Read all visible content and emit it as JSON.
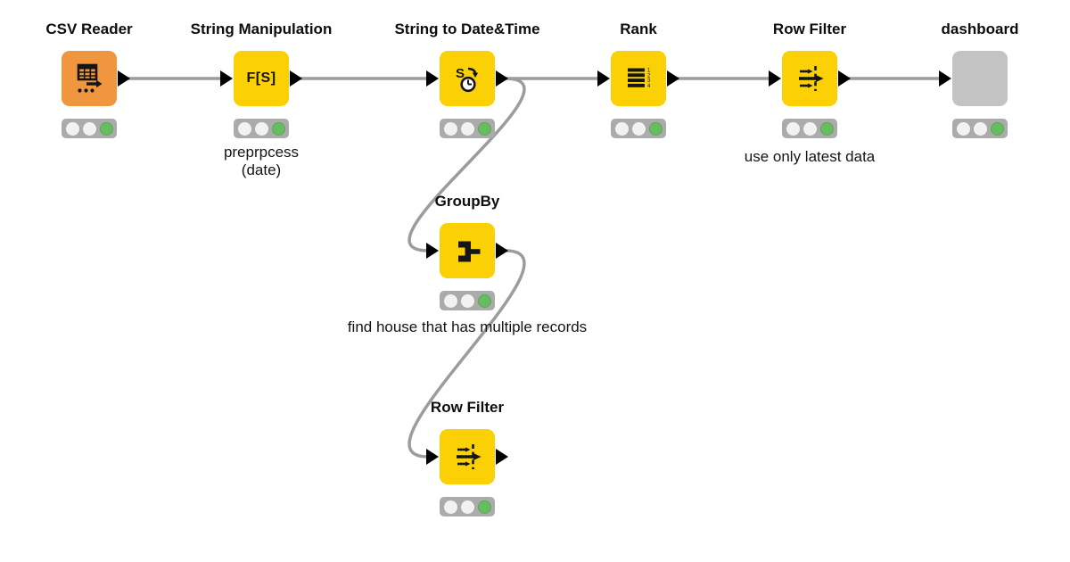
{
  "nodes": {
    "csv_reader": {
      "title": "CSV Reader",
      "icon": "table-export-icon",
      "status": "executed"
    },
    "string_manipulation": {
      "title": "String Manipulation",
      "icon_glyph": "F[S]",
      "status": "executed",
      "annotation_line1": "preprpcess",
      "annotation_line2": "(date)"
    },
    "string_to_datetime": {
      "title": "String to Date&Time",
      "icon_glyph": "S",
      "icon": "string-to-clock-icon",
      "status": "executed"
    },
    "rank": {
      "title": "Rank",
      "icon": "ranked-list-icon",
      "icon_digits": [
        "1",
        "2",
        "3",
        "4"
      ],
      "status": "executed"
    },
    "row_filter_top": {
      "title": "Row Filter",
      "icon": "filter-arrows-icon",
      "status": "executed",
      "annotation": "use only latest data"
    },
    "dashboard": {
      "title": "dashboard",
      "icon": "blank-component",
      "status": "executed"
    },
    "groupby": {
      "title": "GroupBy",
      "icon": "merge-branches-icon",
      "status": "executed",
      "annotation": "find house that has multiple records"
    },
    "row_filter_bottom": {
      "title": "Row Filter",
      "icon": "filter-arrows-icon",
      "status": "executed"
    }
  },
  "connections": [
    {
      "from": "csv_reader",
      "to": "string_manipulation",
      "shape": "straight"
    },
    {
      "from": "string_manipulation",
      "to": "string_to_datetime",
      "shape": "straight"
    },
    {
      "from": "string_to_datetime",
      "to": "rank",
      "shape": "straight"
    },
    {
      "from": "rank",
      "to": "row_filter_top",
      "shape": "straight"
    },
    {
      "from": "row_filter_top",
      "to": "dashboard",
      "shape": "straight"
    },
    {
      "from": "string_to_datetime",
      "to": "groupby",
      "shape": "curve"
    },
    {
      "from": "groupby",
      "to": "row_filter_bottom",
      "shape": "curve"
    }
  ],
  "palette": {
    "node_yellow": "#FBD105",
    "node_orange": "#F0963F",
    "node_gray": "#C3C3C3",
    "connection": "#9C9C9C",
    "port": "#000000",
    "status_bar_bg": "#ABABAB",
    "status_inactive": "#F2F2F2",
    "status_done_green": "#65BD5F",
    "text": "#111111",
    "background": "#FFFFFF"
  }
}
